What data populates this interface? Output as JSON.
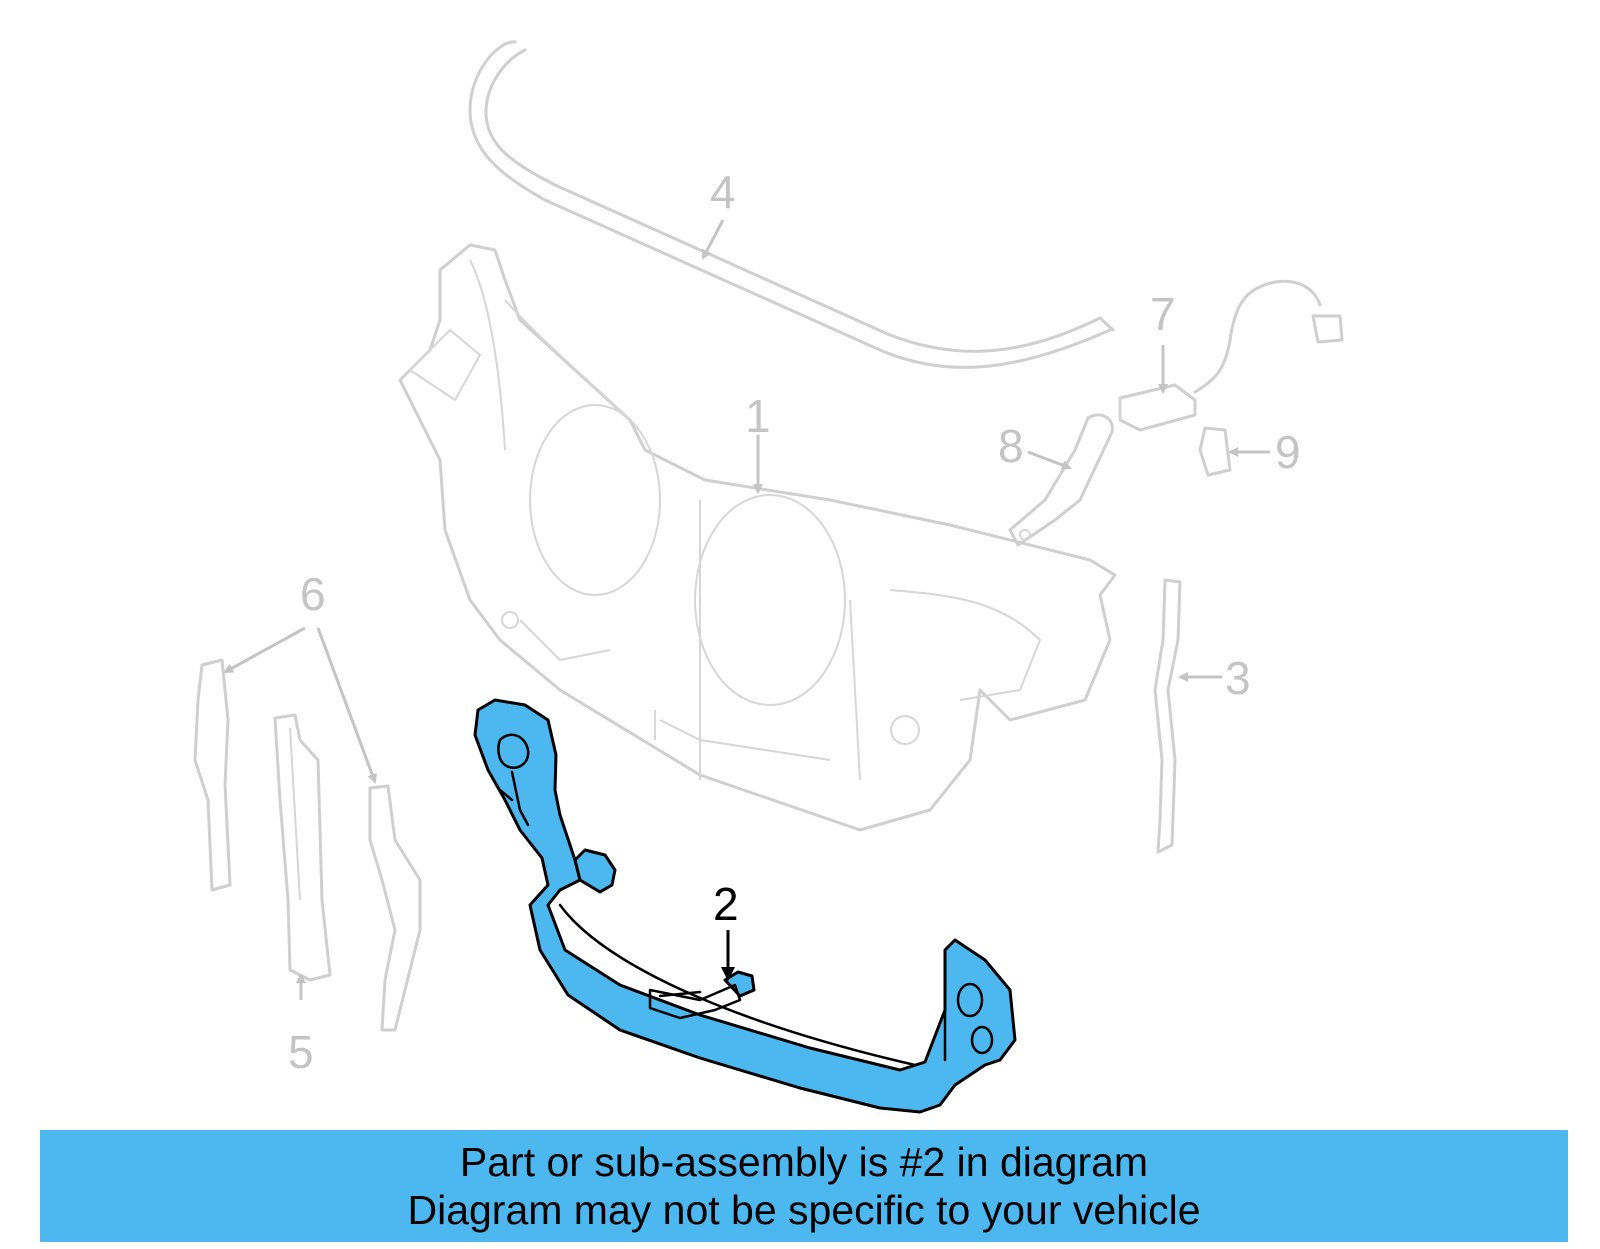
{
  "callouts": {
    "c1": "1",
    "c2": "2",
    "c3": "3",
    "c4": "4",
    "c5": "5",
    "c6": "6",
    "c7": "7",
    "c8": "8",
    "c9": "9"
  },
  "highlight_color": "#4db8f0",
  "banner": {
    "line1": "Part or sub-assembly is #2 in diagram",
    "line2": "Diagram may not be specific to your vehicle"
  }
}
